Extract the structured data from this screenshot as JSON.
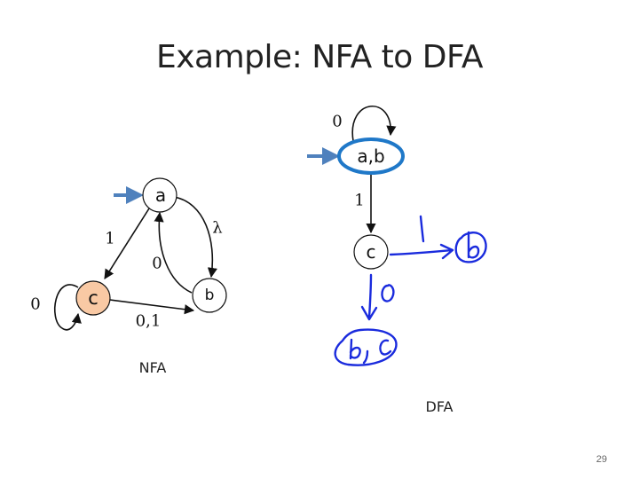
{
  "title": "Example: NFA to DFA",
  "page_number": "29",
  "colors": {
    "start_arrow": "#4f81bd",
    "start_ring": "#1f78c8",
    "highlight_fill": "#f9c9a4",
    "ink": "#1a2bdd"
  },
  "nfa": {
    "caption": "NFA",
    "states": {
      "a": "a",
      "b": "b",
      "c": "c"
    },
    "edges": {
      "a_b": "λ",
      "a_c": "1",
      "b_a": "0",
      "c_b": "0,1",
      "c_c": "0"
    }
  },
  "dfa": {
    "caption": "DFA",
    "states": {
      "ab": "a,b",
      "c": "c"
    },
    "edges": {
      "ab_ab": "0",
      "ab_c": "1"
    }
  },
  "handwriting": {
    "icons": [
      "handwritten-arrow-to-b",
      "handwritten-arrow-to-bc",
      "handwritten-circle-bc"
    ],
    "hand_label_1": "1",
    "hand_label_0": "0",
    "hand_state_b": "b",
    "hand_state_bc": "b, c"
  }
}
